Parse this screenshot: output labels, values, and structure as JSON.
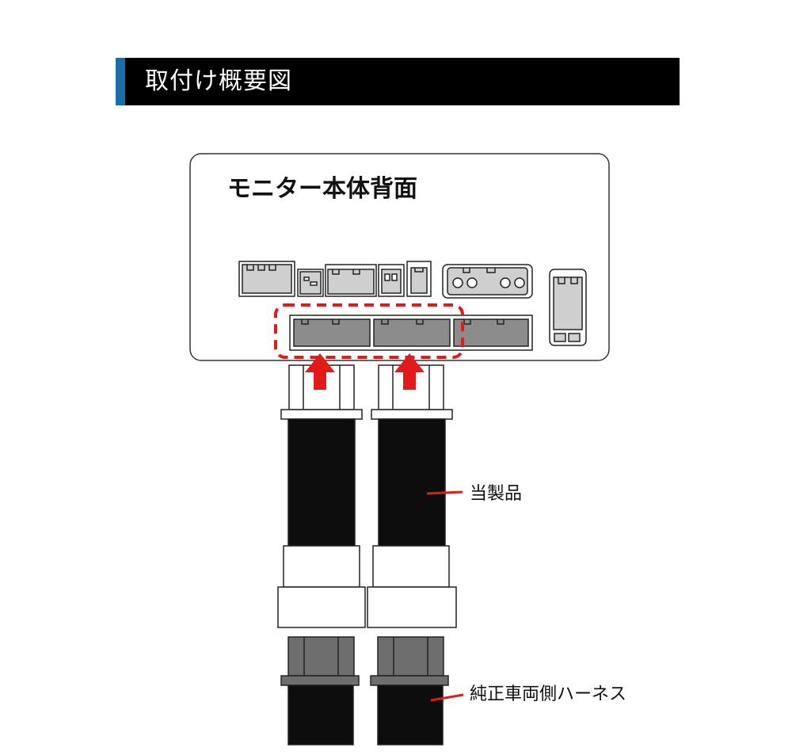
{
  "header": {
    "title": "取付け概要図",
    "accent_color": "#1a6ea8"
  },
  "diagram": {
    "monitor_label": "モニター本体背面",
    "callouts": {
      "product": "当製品",
      "harness": "純正車両側ハーネス"
    },
    "colors": {
      "highlight": "#e21a1a",
      "cable": "#0d0d0d",
      "connector_gray": "#8c8c8c",
      "light_gray": "#d0d0d0"
    }
  }
}
